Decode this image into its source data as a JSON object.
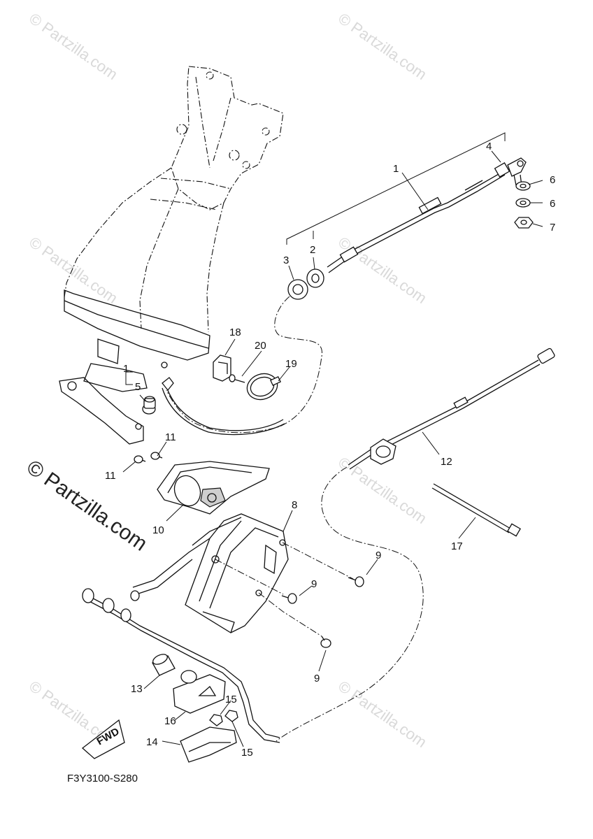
{
  "diagram": {
    "code": "F3Y3100-S280",
    "fwd_label": "FWD",
    "watermark_main": "© Partzilla.com",
    "watermark_small": "© Partzilla.com",
    "callouts": {
      "c1a": "1",
      "c1b": "1",
      "c2": "2",
      "c3": "3",
      "c4": "4",
      "c5": "5",
      "c6a": "6",
      "c6b": "6",
      "c7": "7",
      "c8": "8",
      "c9a": "9",
      "c9b": "9",
      "c9c": "9",
      "c10": "10",
      "c11a": "11",
      "c11b": "11",
      "c12": "12",
      "c13": "13",
      "c14": "14",
      "c15a": "15",
      "c15b": "15",
      "c16": "16",
      "c17": "17",
      "c18": "18",
      "c19": "19",
      "c20": "20"
    }
  }
}
